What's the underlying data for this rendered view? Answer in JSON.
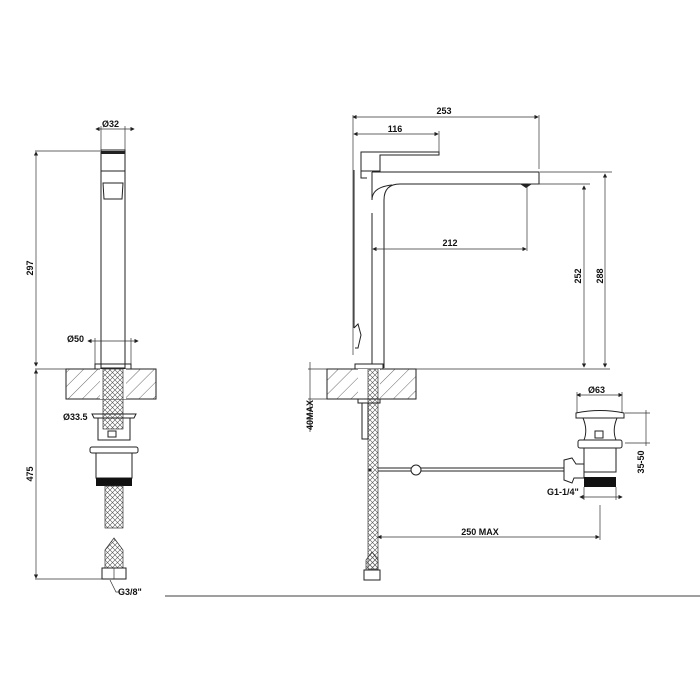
{
  "drawing": {
    "subject": "Tall single-lever basin mixer technical drawing",
    "side_view": {
      "diameter_top": "Ø32",
      "height_above_deck": "297",
      "diameter_base": "Ø50",
      "diameter_nut": "Ø33.5",
      "length_below_deck": "475",
      "connection": "G3/8\""
    },
    "front_view": {
      "overall_length": "253",
      "lever_length": "116",
      "spout_reach": "212",
      "outlet_height": "252",
      "overall_height": "288",
      "deck_thickness": "40MAX",
      "waste_diameter": "Ø63",
      "waste_range": "35-50",
      "waste_thread": "G1-1/4\"",
      "rod_distance": "250  MAX"
    }
  },
  "colors": {
    "line": "#222222",
    "background": "#ffffff",
    "hatch": "#444444"
  }
}
